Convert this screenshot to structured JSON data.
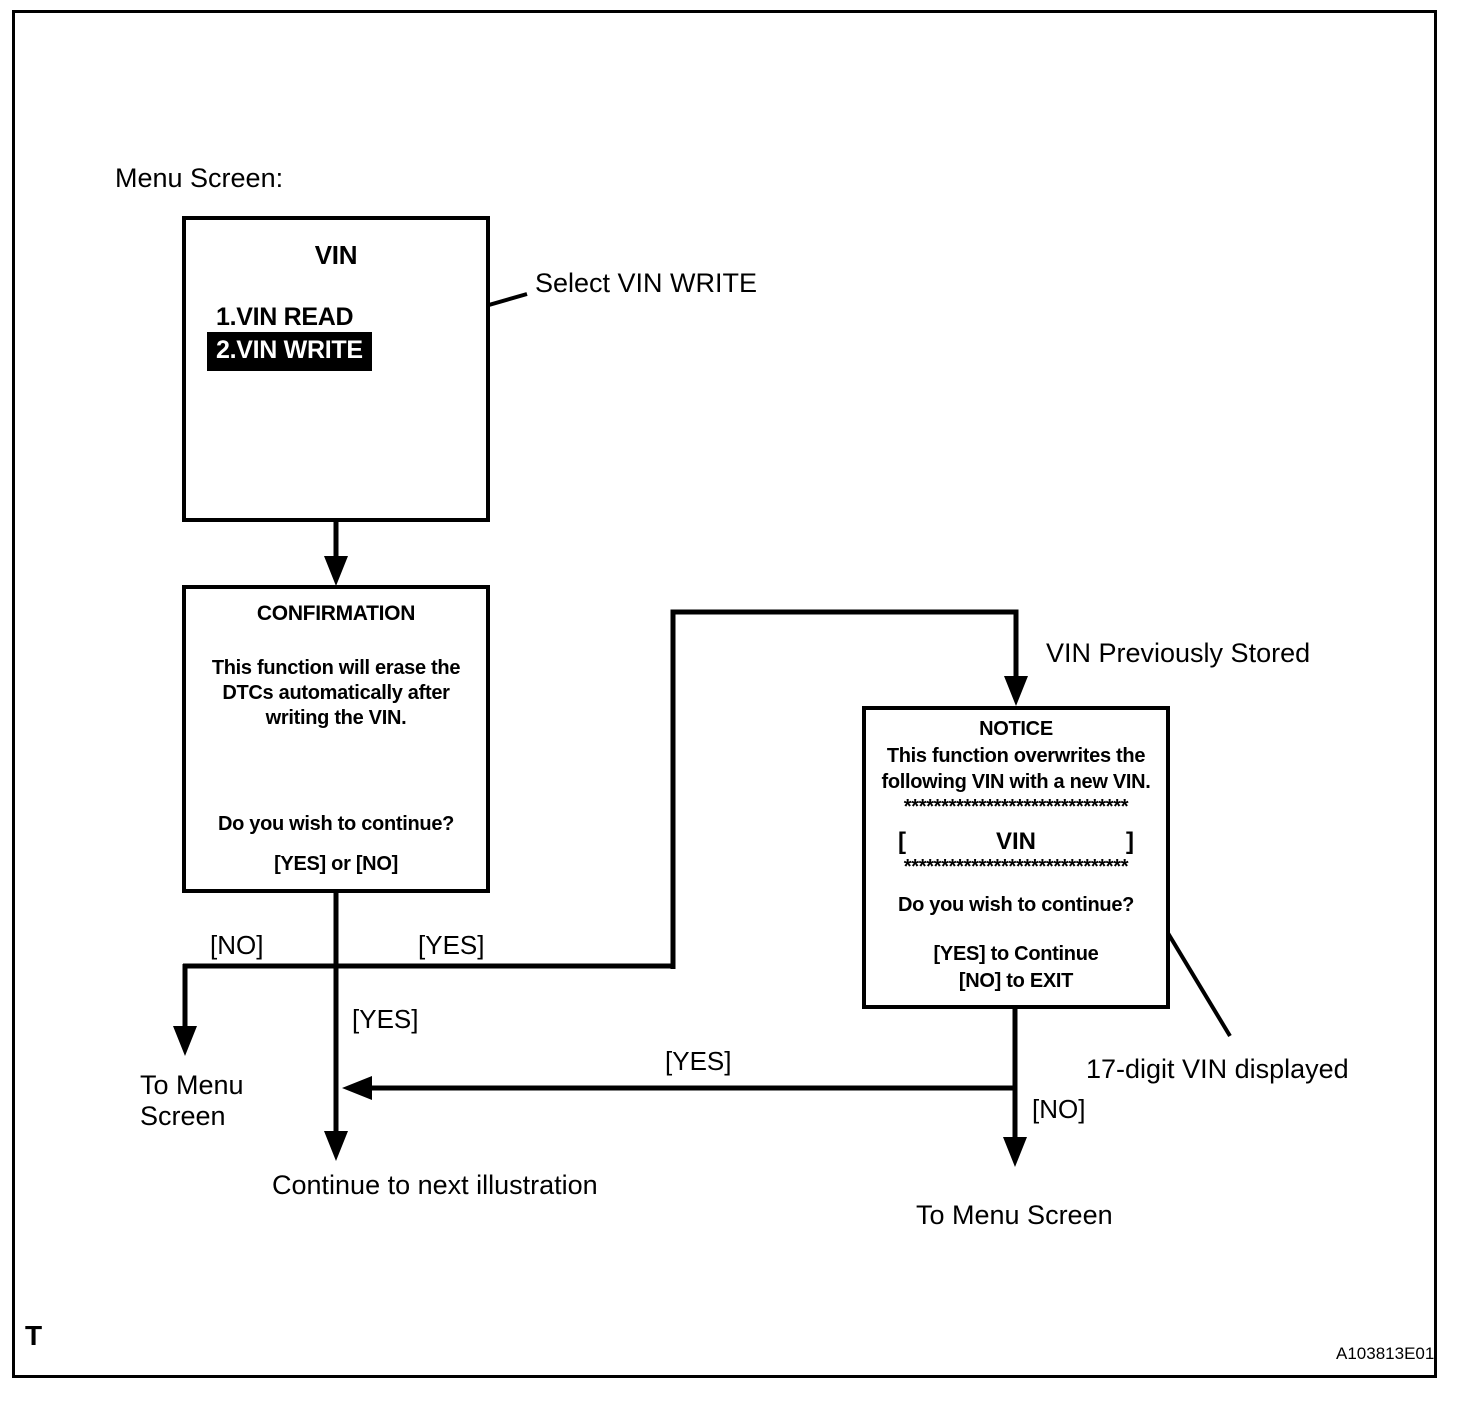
{
  "page": {
    "heading": "Menu Screen:",
    "footer_letter": "T",
    "figure_code": "A103813E01"
  },
  "vin_menu": {
    "title": "VIN",
    "items": [
      {
        "label": "1.VIN READ"
      },
      {
        "label": "2.VIN WRITE"
      }
    ]
  },
  "confirmation": {
    "title": "CONFIRMATION",
    "body_line1": "This function will erase the",
    "body_line2": "DTCs automatically after",
    "body_line3": "writing the VIN.",
    "question": "Do you wish to continue?",
    "options": "[YES] or [NO]"
  },
  "notice": {
    "title": "NOTICE",
    "body_line1": "This function overwrites the",
    "body_line2": "following VIN with a new VIN.",
    "stars_top": "******************************",
    "vin_bracket_left": "[",
    "vin_label": "VIN",
    "vin_bracket_right": "]",
    "stars_bottom": "******************************",
    "question": "Do you wish to continue?",
    "yes_option": "[YES] to Continue",
    "no_option": "[NO] to EXIT"
  },
  "callouts": {
    "select_vin_write": "Select VIN WRITE",
    "vin_previously_stored": "VIN Previously Stored",
    "seventeen_digit_vin": "17-digit VIN displayed"
  },
  "edge_labels": {
    "no_to_menu": "[NO]",
    "yes_to_notice": "[YES]",
    "yes_continue": "[YES]",
    "yes_return": "[YES]",
    "no_exit": "[NO]"
  },
  "destinations": {
    "to_menu_left_line1": "To Menu",
    "to_menu_left_line2": "Screen",
    "continue_next": "Continue to next illustration",
    "to_menu_right": "To Menu Screen"
  },
  "colors": {
    "ink": "#000000",
    "paper": "#ffffff",
    "highlight_bg": "#000000",
    "highlight_fg": "#ffffff"
  }
}
